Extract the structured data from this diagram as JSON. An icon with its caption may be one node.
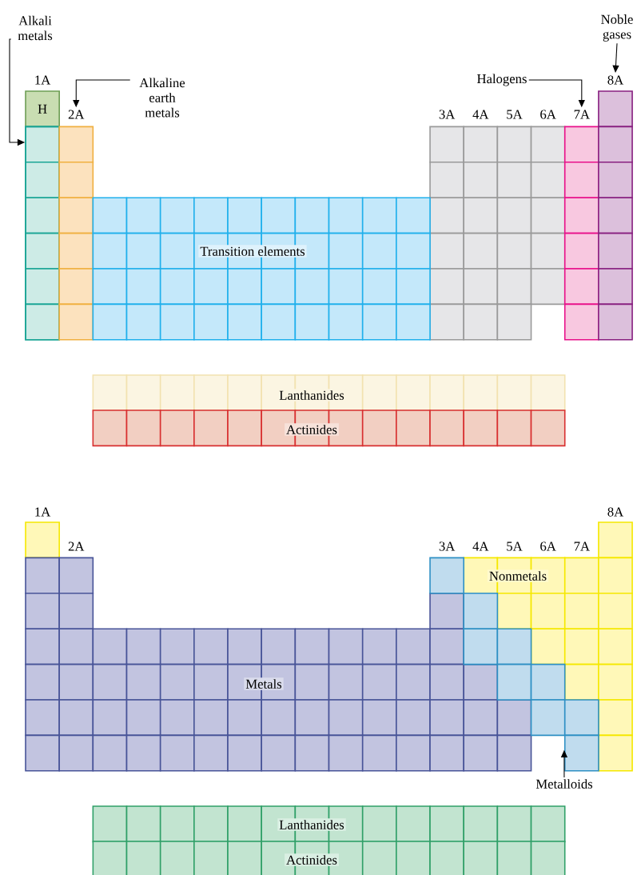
{
  "diagram": {
    "nodes": [
      {
        "text": [
          "Alkali metals"
        ]
      },
      {
        "text": [
          "Alkaline earth metals"
        ]
      },
      {
        "text": [
          "Halogens"
        ]
      },
      {
        "text": [
          "Noble gases"
        ]
      },
      {
        "text": [
          "H"
        ]
      },
      {
        "text": [],
        "shape": "box"
      },
      {
        "text": [
          "2A"
        ]
      },
      {
        "text": [
          "Transition elements"
        ]
      },
      {
        "text": [
          "7A"
        ]
      },
      {
        "text": [
          "8A"
        ]
      },
      {
        "text": [
          "Lanthanides"
        ]
      },
      {
        "text": [
          "Actinides"
        ]
      },
      {
        "text": [
          "Nonmetals"
        ]
      },
      {
        "text": [
          "Metals"
        ]
      },
      {
        "text": [
          "Metalloids"
        ]
      },
      {
        "text": [],
        "shape": "box"
      },
      {
        "text": [
          "Lanthanides"
        ]
      },
      {
        "text": [
          "Actinides"
        ]
      }
    ],
    "edges": [
      {
        "from": 0,
        "to": 5,
        "arrow": "to"
      },
      {
        "from": 1,
        "to": 6,
        "arrow": "to"
      },
      {
        "from": 2,
        "to": 8,
        "arrow": "to"
      },
      {
        "from": 3,
        "to": 9,
        "arrow": "to"
      },
      {
        "from": 14,
        "to": 15,
        "arrow": "to"
      }
    ],
    "labels": [
      "1A",
      "3A",
      "4A",
      "5A",
      "6A",
      "1A",
      "8A",
      "2A",
      "3A",
      "4A",
      "5A",
      "6A",
      "7A"
    ]
  }
}
